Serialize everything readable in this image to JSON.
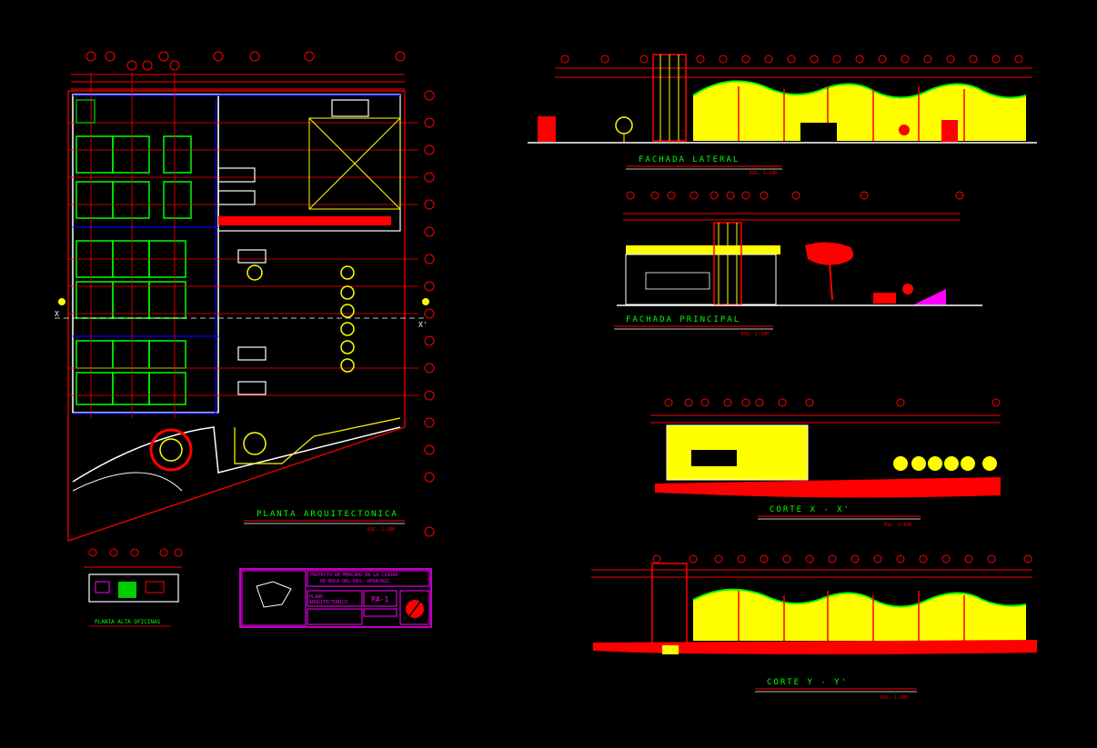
{
  "titles": {
    "fachada_lateral": "FACHADA  LATERAL",
    "fachada_lateral_scale": "ESC. 1:100",
    "fachada_principal": "FACHADA PRINCIPAL",
    "fachada_principal_scale": "ESC. 1:100",
    "planta": "PLANTA  ARQUITECTONICA",
    "planta_scale": "ESC. 1:100",
    "corte_x": "CORTE  X - X'",
    "corte_x_scale": "ESC. 1:100",
    "corte_y": "CORTE  Y - Y'",
    "corte_y_scale": "ESC. 1:100",
    "planta_alta": "PLANTA  ALTA OFICINAS"
  },
  "title_block": {
    "project_line1": "PROYECTO  DE MERCADO EN LA CIUDAD",
    "project_line2": "DE BOCA DEL RIO, VERACRUZ.",
    "plan_name_line1": "PLANO",
    "plan_name_line2": "ARQUITECTONICO",
    "sheet": "PA-1"
  },
  "markers": {
    "x_left": "X",
    "x_right": "X'"
  },
  "colors": {
    "background": "#000000",
    "dimension": "#ff0000",
    "grid": "#00ff00",
    "wall": "#ffffff",
    "fill": "#ffff00",
    "accent": "#ff00ff",
    "blue": "#0000ff",
    "title_text": "#00ff00"
  }
}
